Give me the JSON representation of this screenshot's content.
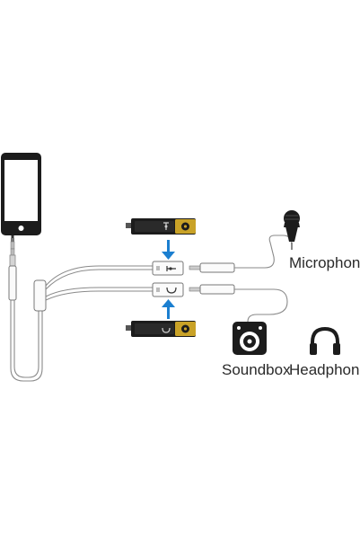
{
  "labels": {
    "microphone": "Microphone",
    "soundbox": "Soundbox",
    "headphone": "Headphone"
  },
  "colors": {
    "accent_arrow": "#1b7fd0",
    "cable": "#8a8a8a",
    "plug_gold": "#c9a227",
    "device_dark": "#1c1c1c"
  },
  "icons": [
    "smartphone-icon",
    "trrs-plug-icon",
    "splitter-cable-icon",
    "microphone-icon",
    "speaker-icon",
    "headphone-icon",
    "adapter-jack-icon",
    "arrow-down-icon",
    "arrow-up-icon"
  ]
}
